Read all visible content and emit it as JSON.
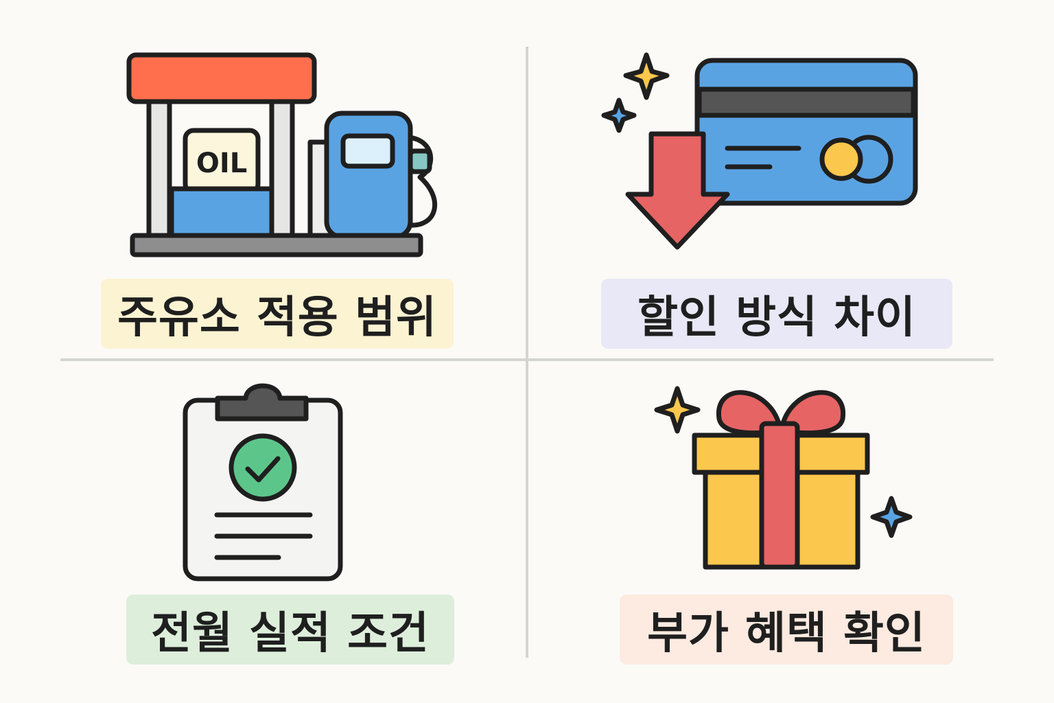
{
  "quadrants": [
    {
      "label": "주유소 적용 범위",
      "icon": "gas-station-icon",
      "label_bg": "#fcf3d2"
    },
    {
      "label": "할인 방식 차이",
      "icon": "credit-card-discount-icon",
      "label_bg": "#e8e8f6"
    },
    {
      "label": "전월 실적 조건",
      "icon": "clipboard-check-icon",
      "label_bg": "#ddeedb"
    },
    {
      "label": "부가 혜택 확인",
      "icon": "gift-box-icon",
      "label_bg": "#fdeae0"
    }
  ],
  "gas_station": {
    "sign_text": "OIL"
  },
  "colors": {
    "outline": "#1f1f1f",
    "orange": "#ff6f4d",
    "blue": "#5aa3e3",
    "red": "#e66464",
    "yellow": "#fbc74c",
    "green": "#5cc68a",
    "gray": "#8e8e8e",
    "dark_gray": "#555555"
  }
}
